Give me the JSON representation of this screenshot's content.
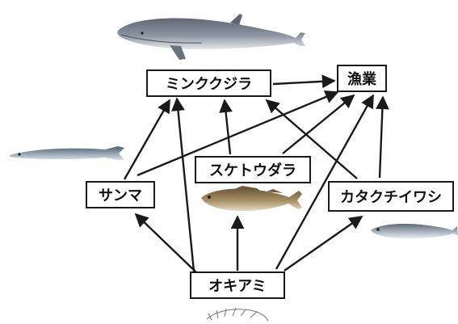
{
  "nodes": {
    "minke_whale": "ミンククジラ",
    "fishery": "漁業",
    "walleye_pollock": "スケトウダラ",
    "pacific_saury": "サンマ",
    "japanese_anchovy": "カタクチイワシ",
    "krill": "オキアミ"
  },
  "edges": [
    {
      "from": "krill",
      "to": "minke_whale"
    },
    {
      "from": "krill",
      "to": "pacific_saury"
    },
    {
      "from": "krill",
      "to": "walleye_pollock"
    },
    {
      "from": "krill",
      "to": "fishery"
    },
    {
      "from": "krill",
      "to": "japanese_anchovy"
    },
    {
      "from": "pacific_saury",
      "to": "minke_whale"
    },
    {
      "from": "pacific_saury",
      "to": "fishery"
    },
    {
      "from": "walleye_pollock",
      "to": "minke_whale"
    },
    {
      "from": "walleye_pollock",
      "to": "fishery"
    },
    {
      "from": "japanese_anchovy",
      "to": "minke_whale"
    },
    {
      "from": "japanese_anchovy",
      "to": "fishery"
    },
    {
      "from": "minke_whale",
      "to": "fishery"
    }
  ],
  "colors": {
    "arrow": "#1a1a1a",
    "whale_body": "#7d8593",
    "saury_body": "#6f7f8c",
    "pollock_body": "#9a8560",
    "anchovy_body": "#8a96a3"
  }
}
